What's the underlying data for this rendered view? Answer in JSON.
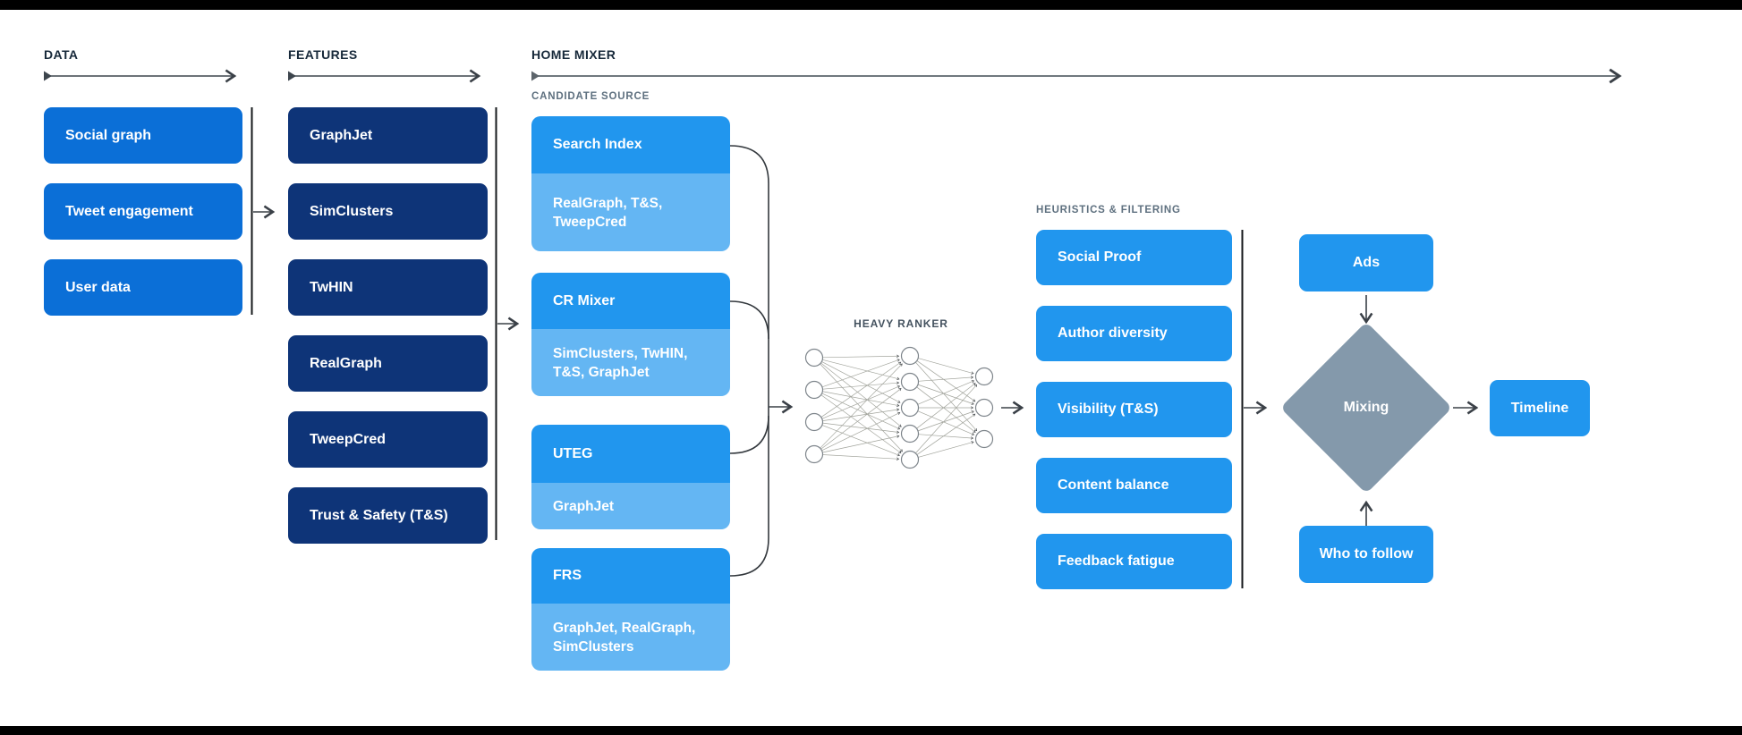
{
  "colors": {
    "data_box": "#0b6fd7",
    "feature_box": "#0e3478",
    "card_header": "#2196ee",
    "card_sub": "#64b6f3",
    "heuristic_box": "#2196ee",
    "accent_box": "#2196ee",
    "diamond": "#8499ab",
    "connector_dark": "#3a4047",
    "frame_bar": "#000000"
  },
  "headers": {
    "data": "DATA",
    "features": "FEATURES",
    "home_mixer": "HOME MIXER"
  },
  "data_items": [
    "Social graph",
    "Tweet engagement",
    "User data"
  ],
  "feature_items": [
    "GraphJet",
    "SimClusters",
    "TwHIN",
    "RealGraph",
    "TweepCred",
    "Trust & Safety (T&S)"
  ],
  "candidate_source": {
    "label": "CANDIDATE SOURCE",
    "cards": [
      {
        "title": "Search Index",
        "sources": "RealGraph, T&S, TweepCred"
      },
      {
        "title": "CR Mixer",
        "sources": "SimClusters, TwHIN, T&S, GraphJet"
      },
      {
        "title": "UTEG",
        "sources": "GraphJet"
      },
      {
        "title": "FRS",
        "sources": "GraphJet, RealGraph, SimClusters"
      }
    ]
  },
  "heavy_ranker": {
    "label": "HEAVY RANKER",
    "layers": [
      4,
      5,
      3
    ]
  },
  "heuristics": {
    "label": "HEURISTICS & FILTERING",
    "items": [
      "Social Proof",
      "Author diversity",
      "Visibility (T&S)",
      "Content balance",
      "Feedback fatigue"
    ]
  },
  "output_stage": {
    "ads": "Ads",
    "mixing": "Mixing",
    "who_to_follow": "Who to follow",
    "timeline": "Timeline"
  }
}
